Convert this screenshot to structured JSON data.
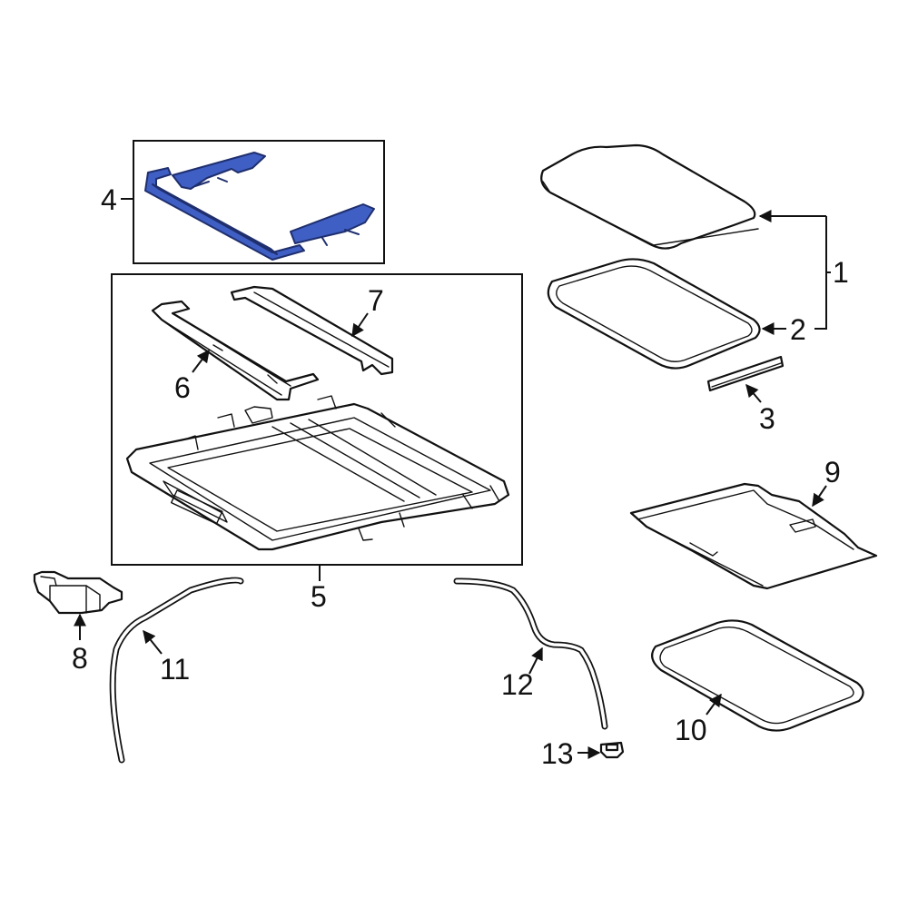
{
  "callouts": {
    "c1": "1",
    "c2": "2",
    "c3": "3",
    "c4": "4",
    "c5": "5",
    "c6": "6",
    "c7": "7",
    "c8": "8",
    "c9": "9",
    "c10": "10",
    "c11": "11",
    "c12": "12",
    "c13": "13"
  },
  "colors": {
    "highlight": "#3f5fc4",
    "highlight_dark": "#1f2f6e",
    "line": "#111111",
    "background": "#ffffff"
  }
}
